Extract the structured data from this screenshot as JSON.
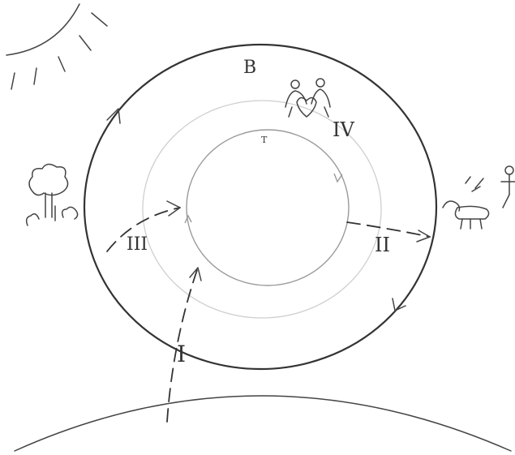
{
  "labels": {
    "outer": "B",
    "inner": "T",
    "stage_1": "I",
    "stage_2": "II",
    "stage_3": "III",
    "stage_4": "IV"
  },
  "icons": [
    "sun-icon",
    "tree-icon",
    "bush-icon",
    "dog-icon",
    "stick-figure-icon",
    "family-heart-icon",
    "earth-horizon"
  ]
}
